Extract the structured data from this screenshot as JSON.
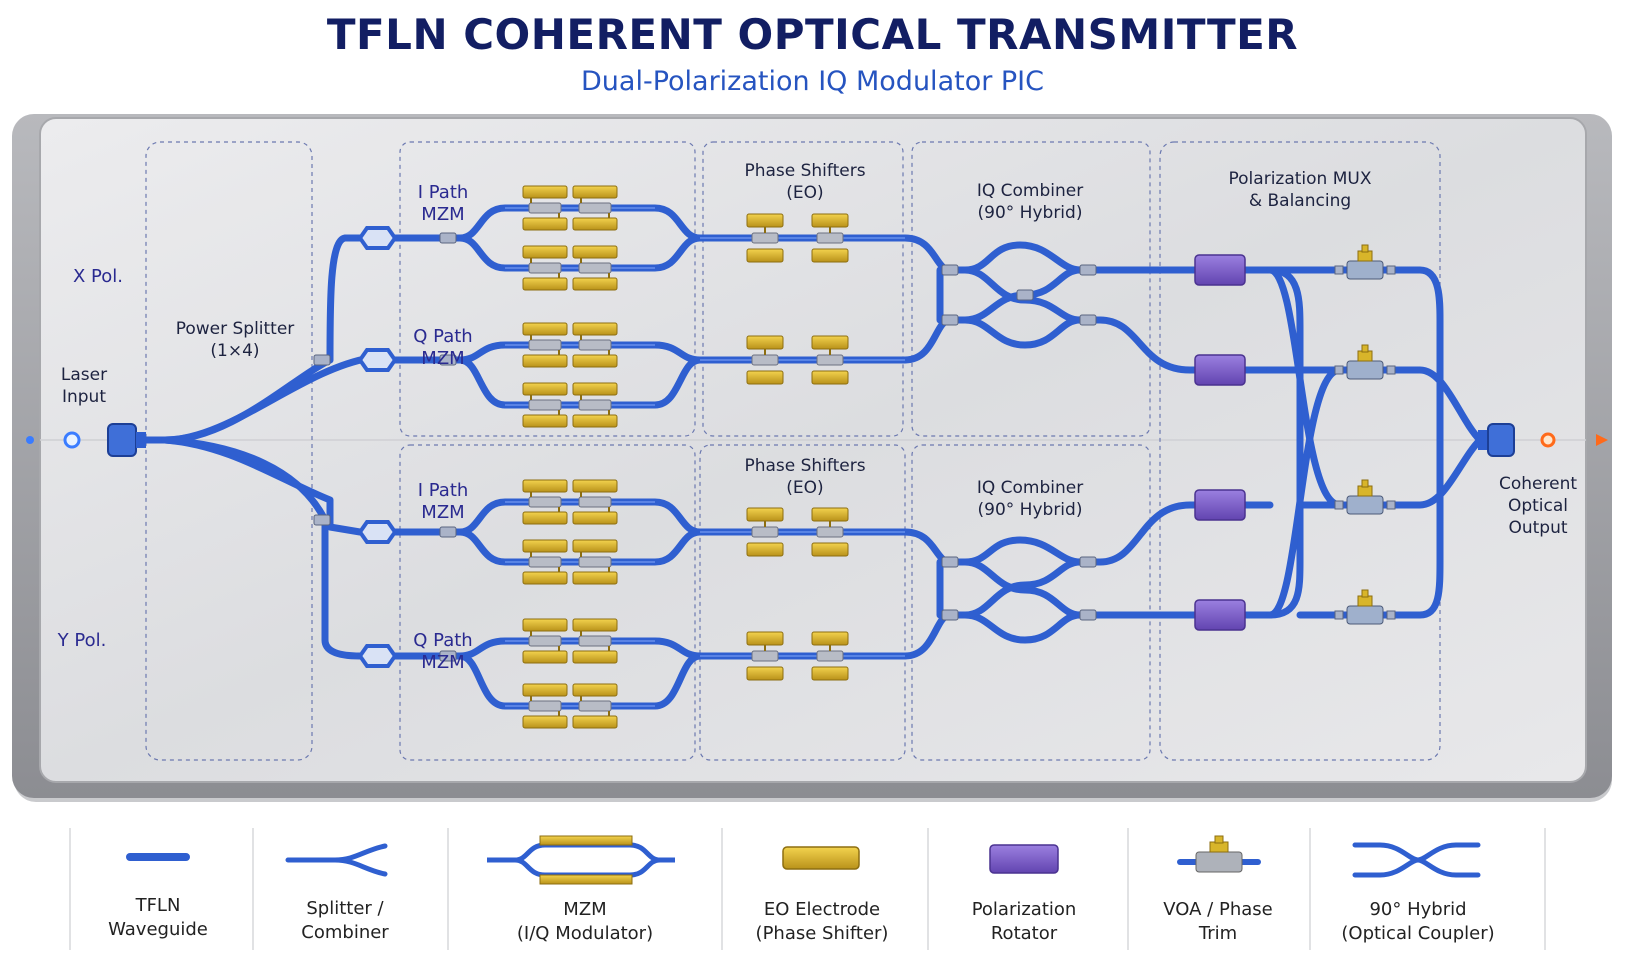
{
  "title": "TFLN COHERENT OPTICAL TRANSMITTER",
  "subtitle": "Dual-Polarization IQ Modulator PIC",
  "inputs": {
    "laser_line1": "Laser",
    "laser_line2": "Input",
    "output_line1": "Coherent",
    "output_line2": "Optical",
    "output_line3": "Output"
  },
  "polarizations": {
    "x": "X Pol.",
    "y": "Y Pol."
  },
  "stages": {
    "splitter_line1": "Power Splitter",
    "splitter_line2": "(1×4)",
    "phase_line1": "Phase Shifters",
    "phase_line2": "(EO)",
    "iq_line1": "IQ Combiner",
    "iq_line2": "(90° Hybrid)",
    "pmux_line1": "Polarization MUX",
    "pmux_line2": "& Balancing"
  },
  "paths": {
    "i_line1": "I Path",
    "q_line1": "Q Path",
    "mzm": "MZM"
  },
  "legend": [
    {
      "line1": "TFLN",
      "line2": "Waveguide",
      "icon": "waveguide-icon"
    },
    {
      "line1": "Splitter /",
      "line2": "Combiner",
      "icon": "splitter-icon"
    },
    {
      "line1": "MZM",
      "line2": "(I/Q Modulator)",
      "icon": "mzm-icon"
    },
    {
      "line1": "EO Electrode",
      "line2": "(Phase Shifter)",
      "icon": "electrode-icon"
    },
    {
      "line1": "Polarization",
      "line2": "Rotator",
      "icon": "rotator-icon"
    },
    {
      "line1": "VOA / Phase",
      "line2": "Trim",
      "icon": "voa-icon"
    },
    {
      "line1": "90° Hybrid",
      "line2": "(Optical Coupler)",
      "icon": "hybrid-icon"
    }
  ],
  "colors": {
    "waveguide": "#2f5fd0",
    "electrode": "#d8b52a",
    "rotator": "#7c5cc4",
    "chip": "#e4e5e7",
    "title": "#121e63",
    "subtitle": "#2654c0",
    "input_beam": "#3a7cff",
    "output_beam": "#ff7a2a"
  }
}
